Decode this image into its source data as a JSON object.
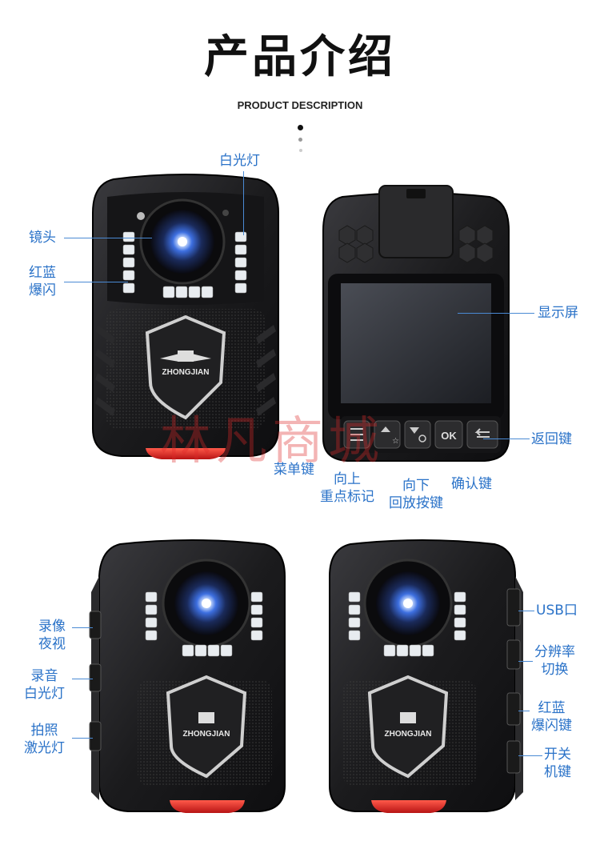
{
  "header": {
    "title": "产品介绍",
    "subtitle": "PRODUCT DESCRIPTION"
  },
  "brand": "ZHONGJIAN",
  "watermark": "林凡商城",
  "front_view": {
    "labels": {
      "white_light": "白光灯",
      "lens": "镜头",
      "red_blue_flash": "红蓝\n爆闪"
    }
  },
  "back_view": {
    "buttons": {
      "ok": "OK"
    },
    "labels": {
      "display": "显示屏",
      "back_key": "返回键",
      "menu_key": "菜单键",
      "up_mark": "向上\n重点标记",
      "down_playback": "向下\n回放按键",
      "confirm_key": "确认键"
    }
  },
  "left_side_view": {
    "labels": {
      "record_night": "录像\n夜视",
      "audio_white_light": "录音\n白光灯",
      "photo_laser": "拍照\n激光灯"
    }
  },
  "right_side_view": {
    "labels": {
      "usb_port": "USB口",
      "resolution_switch": "分辨率\n切换",
      "red_blue_flash_key": "红蓝\n爆闪键",
      "power_key": "开关\n机键"
    }
  },
  "colors": {
    "label_blue": "#2a72c8",
    "body_dark": "#1b1b1d",
    "accent_red": "#e0262a",
    "lens_blue": "#3d6fe0"
  }
}
